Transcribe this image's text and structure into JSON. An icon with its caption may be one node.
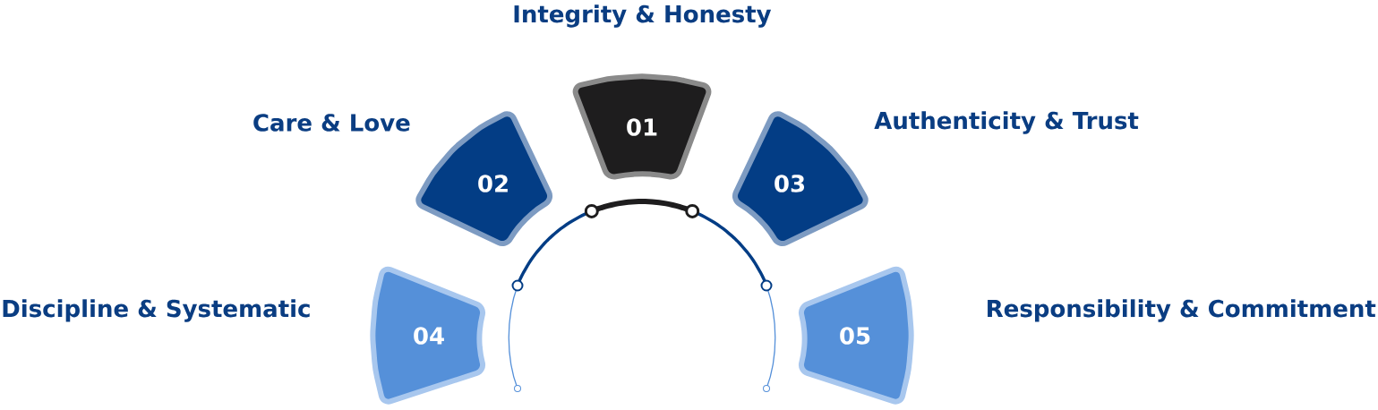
{
  "diagram": {
    "nodes": [
      {
        "text": [
          "01"
        ]
      },
      {
        "text": [
          "02"
        ]
      },
      {
        "text": [
          "03"
        ]
      },
      {
        "text": [
          "04"
        ]
      },
      {
        "text": [
          "05"
        ]
      }
    ],
    "labels": [
      "Integrity & Honesty",
      "Care & Love",
      "Authenticity & Trust",
      "Discipline & Systematic",
      "Responsibility & Commitment"
    ]
  }
}
